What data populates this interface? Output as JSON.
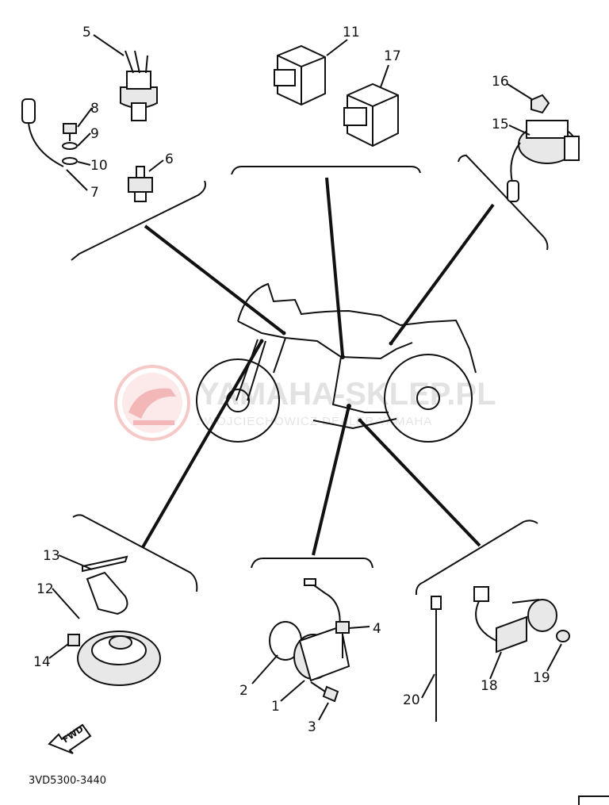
{
  "diagram": {
    "drawing_code": "3VD5300-3440",
    "fwd_label": "FWD",
    "watermark": {
      "site": "YAMAHA-SKLEP.PL",
      "dealer": "WOJCIECHOWICZ DEALER YAMAHA",
      "color": "#e53935"
    },
    "callouts": [
      "1",
      "2",
      "3",
      "4",
      "5",
      "6",
      "7",
      "8",
      "9",
      "10",
      "11",
      "12",
      "13",
      "14",
      "15",
      "16",
      "17",
      "18",
      "19",
      "20"
    ]
  }
}
